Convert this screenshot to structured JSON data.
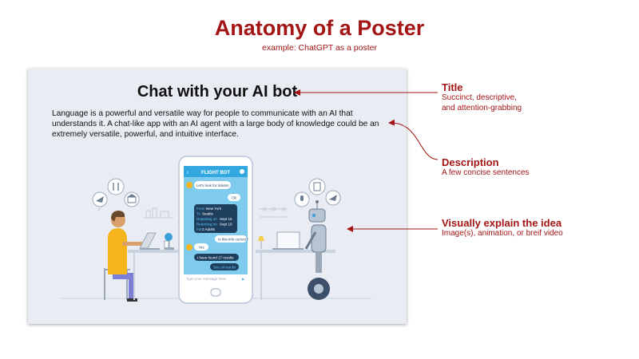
{
  "header": {
    "title": "Anatomy of a Poster",
    "subtitle": "example: ChatGPT as a poster"
  },
  "poster": {
    "title": "Chat with your AI bot",
    "description": "Language is a powerful and versatile way for people to communicate with an AI that understands it. A chat-like app with an AI agent with a large body of knowledge could be an extremely versatile, powerful, and intuitive interface.",
    "phone": {
      "app_title": "FLIGHT BOT",
      "messages": {
        "bot_1": "Let's look for tickets!",
        "user_ok": "Ok",
        "from_label": "From",
        "from_value": "New York",
        "to_label": "To",
        "to_value": "Seattle",
        "departing_label": "Departing on",
        "departing_value": "Sept 15",
        "returning_label": "Returning on",
        "returning_value": "Sept 19",
        "for_label": "For",
        "for_value": "2 Adults",
        "bot_confirm": "Is this info correct?",
        "user_yes": "Yes",
        "bot_result": "I have found 17 results",
        "see_all": "See all results"
      },
      "input_placeholder": "Type your message here..",
      "send_symbol": "▸"
    }
  },
  "annotations": [
    {
      "title": "Title",
      "desc": "Succinct, descriptive,\nand attention-grabbing"
    },
    {
      "title": "Description",
      "desc": "A few concise sentences"
    },
    {
      "title": "Visually explain the idea",
      "desc": "Image(s), animation, or breif video"
    }
  ],
  "colors": {
    "accent": "#a31515",
    "poster_bg": "#e9edf3",
    "phone_screen": "#7ecbee",
    "phone_header": "#33a8e0",
    "bubble_dark": "#1f3f5f",
    "bubble_light": "#ffffff"
  }
}
